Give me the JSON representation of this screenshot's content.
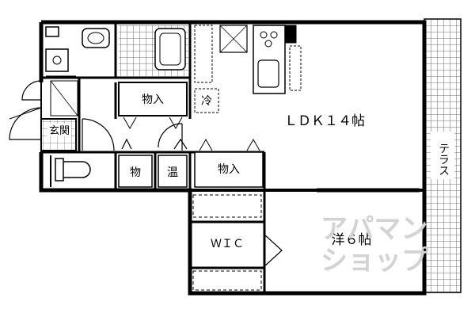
{
  "rooms": {
    "ldk": "ＬＤＫ１４帖",
    "western": "洋６帖",
    "wic": "ＷＩＣ",
    "entrance": "玄関",
    "storage_top": "物入",
    "storage_mid": "物入",
    "storage_small": "物",
    "water_heater": "温",
    "fridge": "冷",
    "terrace": "テラス"
  },
  "watermark": {
    "line1": "アパマン",
    "line2": "ショップ"
  },
  "colors": {
    "wall": "#000000",
    "background": "#ffffff",
    "watermark": "#d3d3d3"
  }
}
